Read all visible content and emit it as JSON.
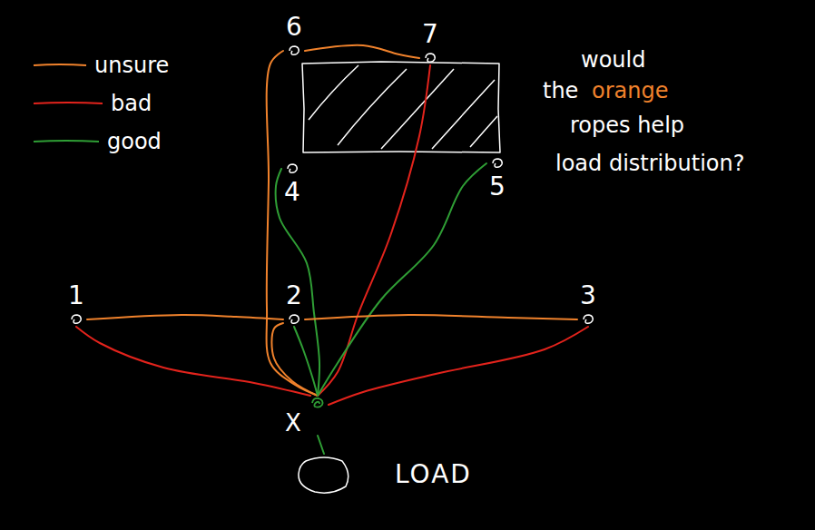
{
  "diagram": {
    "nodes": [
      {
        "text": [
          "6"
        ]
      },
      {
        "text": [
          "7"
        ]
      },
      {
        "text": [
          "4"
        ]
      },
      {
        "text": [
          "5"
        ]
      },
      {
        "text": [
          "1"
        ]
      },
      {
        "text": [
          "2"
        ]
      },
      {
        "text": [
          "3"
        ]
      },
      {
        "text": [
          "X"
        ]
      },
      {
        "text": [
          "LOAD"
        ]
      }
    ],
    "edges": [
      {
        "from": 0,
        "to": 1,
        "arrow": "none"
      },
      {
        "from": 0,
        "to": 7,
        "arrow": "none"
      },
      {
        "from": 1,
        "to": 7,
        "arrow": "none"
      },
      {
        "from": 2,
        "to": 7,
        "arrow": "none"
      },
      {
        "from": 3,
        "to": 7,
        "arrow": "none"
      },
      {
        "from": 4,
        "to": 5,
        "arrow": "none"
      },
      {
        "from": 5,
        "to": 6,
        "arrow": "none"
      },
      {
        "from": 5,
        "to": 7,
        "arrow": "none"
      },
      {
        "from": 5,
        "to": 7,
        "arrow": "none"
      },
      {
        "from": 4,
        "to": 7,
        "arrow": "none"
      },
      {
        "from": 6,
        "to": 7,
        "arrow": "none"
      },
      {
        "from": 7,
        "to": 8,
        "arrow": "none"
      }
    ],
    "labels": [
      "would",
      "the",
      "orange",
      "ropes help",
      "load distribution?"
    ],
    "legend": [
      {
        "text": "unsure"
      },
      {
        "text": "bad"
      },
      {
        "text": "good"
      }
    ]
  }
}
